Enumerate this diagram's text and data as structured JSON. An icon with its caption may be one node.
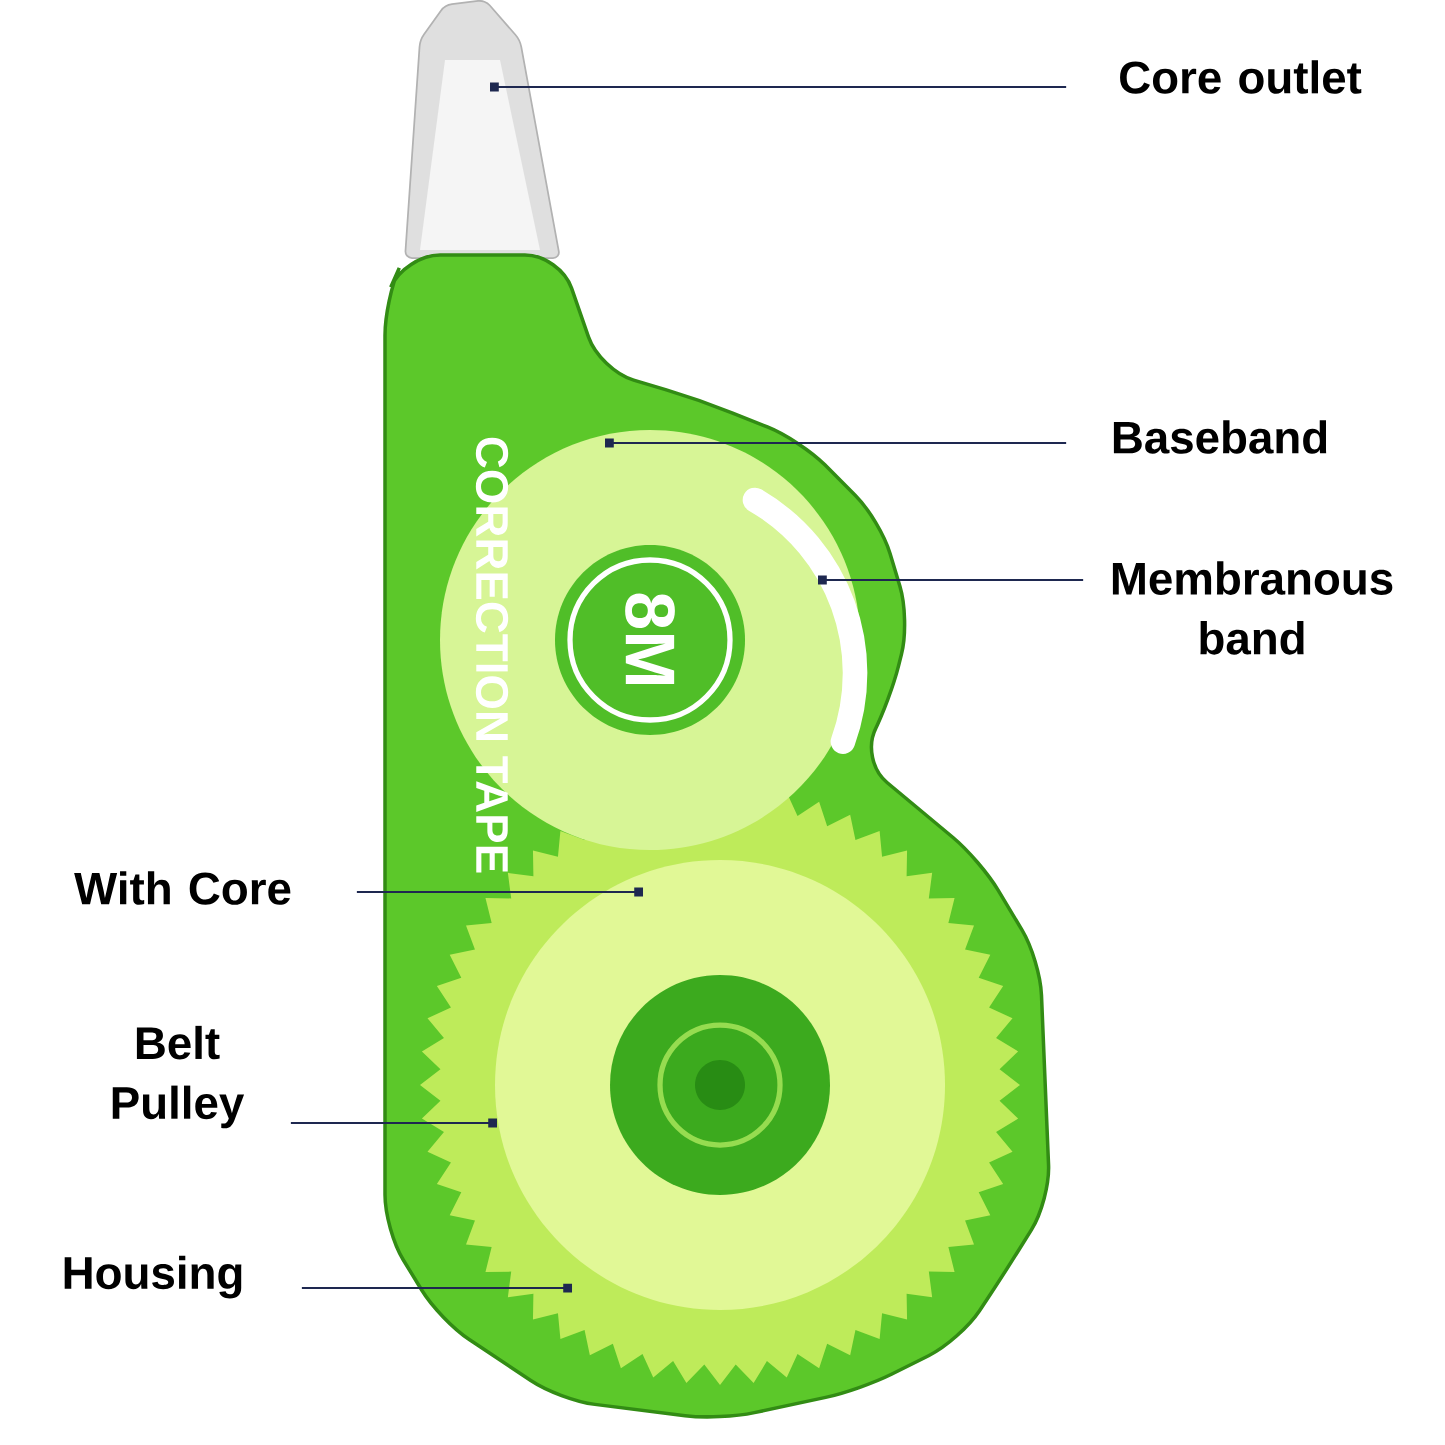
{
  "diagram": {
    "nodes": [
      {
        "text": [
          "Core outlet"
        ]
      },
      {
        "text": [
          "Baseband"
        ]
      },
      {
        "text": [
          "Membranous band"
        ]
      },
      {
        "text": [
          "With Core"
        ]
      },
      {
        "text": [
          "Belt Pulley"
        ]
      },
      {
        "text": [
          "Housing"
        ]
      }
    ],
    "edges": [
      {
        "from": 0,
        "to": null,
        "arrow": "other"
      },
      {
        "from": 1,
        "to": null,
        "arrow": "other"
      },
      {
        "from": 2,
        "to": null,
        "arrow": "other"
      },
      {
        "from": 3,
        "to": null,
        "arrow": "other"
      },
      {
        "from": 4,
        "to": null,
        "arrow": "other"
      },
      {
        "from": 5,
        "to": null,
        "arrow": "other"
      }
    ],
    "labels": [
      "CORRECTION TAPE",
      "8M"
    ]
  }
}
